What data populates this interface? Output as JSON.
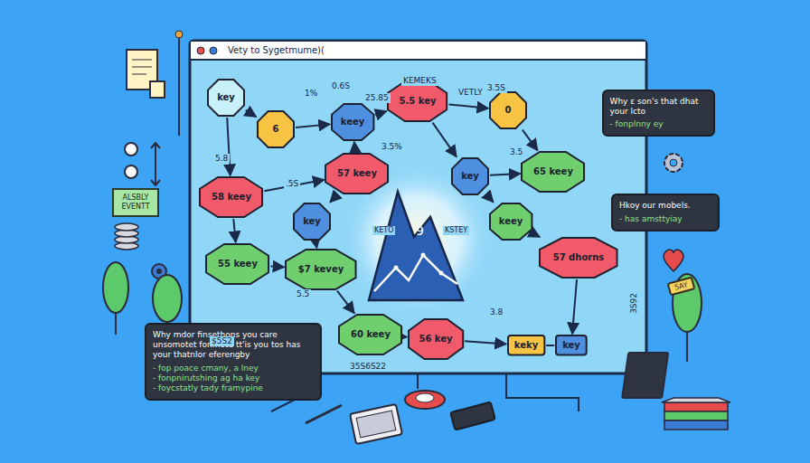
{
  "diagram": {
    "title": "Vety to Sygetmume)(",
    "nodes": [
      {
        "text": [
          "key"
        ]
      },
      {
        "text": [
          "6"
        ]
      },
      {
        "text": [
          "keey"
        ]
      },
      {
        "text": [
          "5.5 key"
        ]
      },
      {
        "text": [
          "0"
        ]
      },
      {
        "text": [
          "57 keey"
        ]
      },
      {
        "text": [
          "58 keey"
        ]
      },
      {
        "text": [
          "key"
        ]
      },
      {
        "text": [
          "65 keey"
        ]
      },
      {
        "text": [
          "key"
        ]
      },
      {
        "text": [
          "keey"
        ]
      },
      {
        "text": [
          "55 keey"
        ]
      },
      {
        "text": [
          "$7 kevey"
        ]
      },
      {
        "text": [
          "57 dhorns"
        ]
      },
      {
        "text": [
          "60 keey"
        ]
      },
      {
        "text": [
          "56 key"
        ]
      },
      {
        "text": [
          "keky"
        ]
      },
      {
        "text": [
          "key"
        ]
      },
      {
        "text": [
          "Why ε son's that dhat your lcto",
          "- fonplnny ey"
        ]
      },
      {
        "text": [
          "Hkoy our mobels.",
          "- has amsttyiay"
        ]
      },
      {
        "text": [
          "Why mdor finsethons you care unsomotet fonmote tt'is you tos has your thatnlor eferengby",
          "- fop poace cmany, a lney",
          "- fonpnirutshing ag ha key",
          "- foycstatly tady framypine"
        ]
      },
      {
        "text": [
          "ALSBLY EVENTT"
        ]
      },
      {
        "text": [
          "5AY"
        ]
      }
    ],
    "edges": [
      {
        "from": 0,
        "to": 1,
        "arrow": "to"
      },
      {
        "from": 1,
        "to": 2,
        "arrow": "to"
      },
      {
        "from": 2,
        "to": 3,
        "arrow": "to"
      },
      {
        "from": 3,
        "to": 4,
        "arrow": "to"
      },
      {
        "from": 0,
        "to": 6,
        "arrow": "to"
      },
      {
        "from": 6,
        "to": 5,
        "arrow": "to"
      },
      {
        "from": 5,
        "to": 2,
        "arrow": "to"
      },
      {
        "from": 5,
        "to": 9,
        "arrow": "to"
      },
      {
        "from": 6,
        "to": 11,
        "arrow": "to"
      },
      {
        "from": 11,
        "to": 12,
        "arrow": "to"
      },
      {
        "from": 9,
        "to": 12,
        "arrow": "to"
      },
      {
        "from": 12,
        "to": 14,
        "arrow": "to"
      },
      {
        "from": 14,
        "to": 15,
        "arrow": "to"
      },
      {
        "from": 15,
        "to": 16,
        "arrow": "to"
      },
      {
        "from": 16,
        "to": 17,
        "arrow": "none"
      },
      {
        "from": 3,
        "to": 7,
        "arrow": "to"
      },
      {
        "from": 4,
        "to": 8,
        "arrow": "to"
      },
      {
        "from": 7,
        "to": 8,
        "arrow": "to"
      },
      {
        "from": 7,
        "to": 10,
        "arrow": "to"
      },
      {
        "from": 10,
        "to": 13,
        "arrow": "to"
      },
      {
        "from": 13,
        "to": 17,
        "arrow": "to"
      }
    ],
    "labels": [
      "1%",
      "0.6S",
      "25.85",
      "KEMEKS",
      "VETLY",
      "3.5S",
      "5.8",
      ".5S",
      "3.5%",
      "3.5",
      "5.5",
      "$5S2",
      "3.8",
      "3S92",
      "35S6S22",
      "KETO",
      "KSTEY",
      "9"
    ]
  }
}
